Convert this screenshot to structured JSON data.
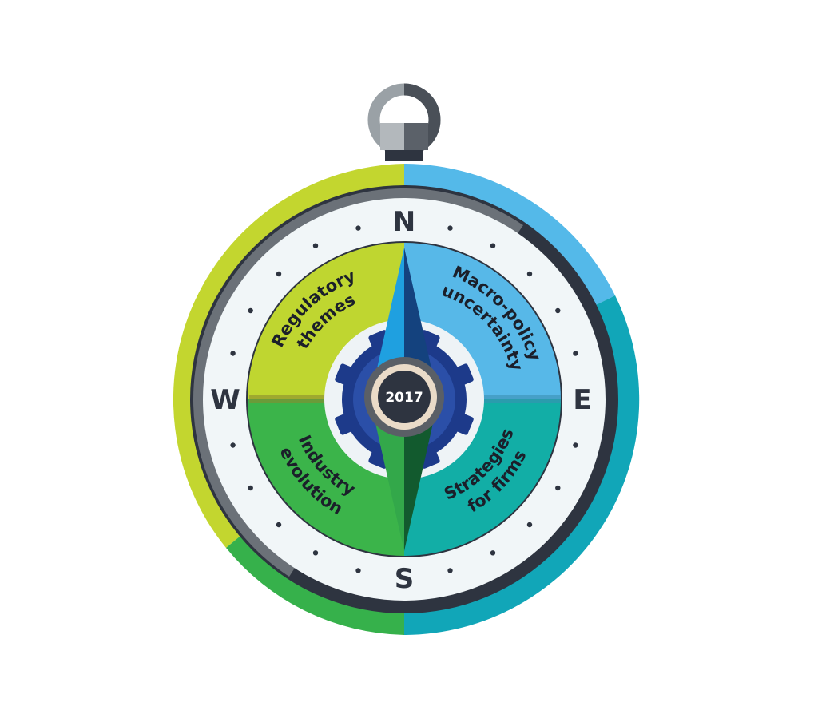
{
  "compass": {
    "directions": {
      "north": "N",
      "east": "E",
      "south": "S",
      "west": "W"
    },
    "center_year": "2017",
    "quadrants": {
      "top_left": {
        "line1": "Regulatory",
        "line2": "themes",
        "color": "#bfd630"
      },
      "top_right": {
        "line1": "Macro-policy",
        "line2": "uncertainty",
        "color": "#57b8e8"
      },
      "bottom_left": {
        "line1": "Industry",
        "line2": "evolution",
        "color": "#3bb44a"
      },
      "bottom_right": {
        "line1": "Strategies",
        "line2": "for firms",
        "color": "#12aea6"
      }
    },
    "colors": {
      "lime": "#c3d62f",
      "sky": "#54b9e9",
      "teal": "#11a6b8",
      "green": "#36b14b",
      "dark": "#2e3440",
      "navy": "#1d3a8a",
      "face": "#f1f6f8"
    }
  }
}
